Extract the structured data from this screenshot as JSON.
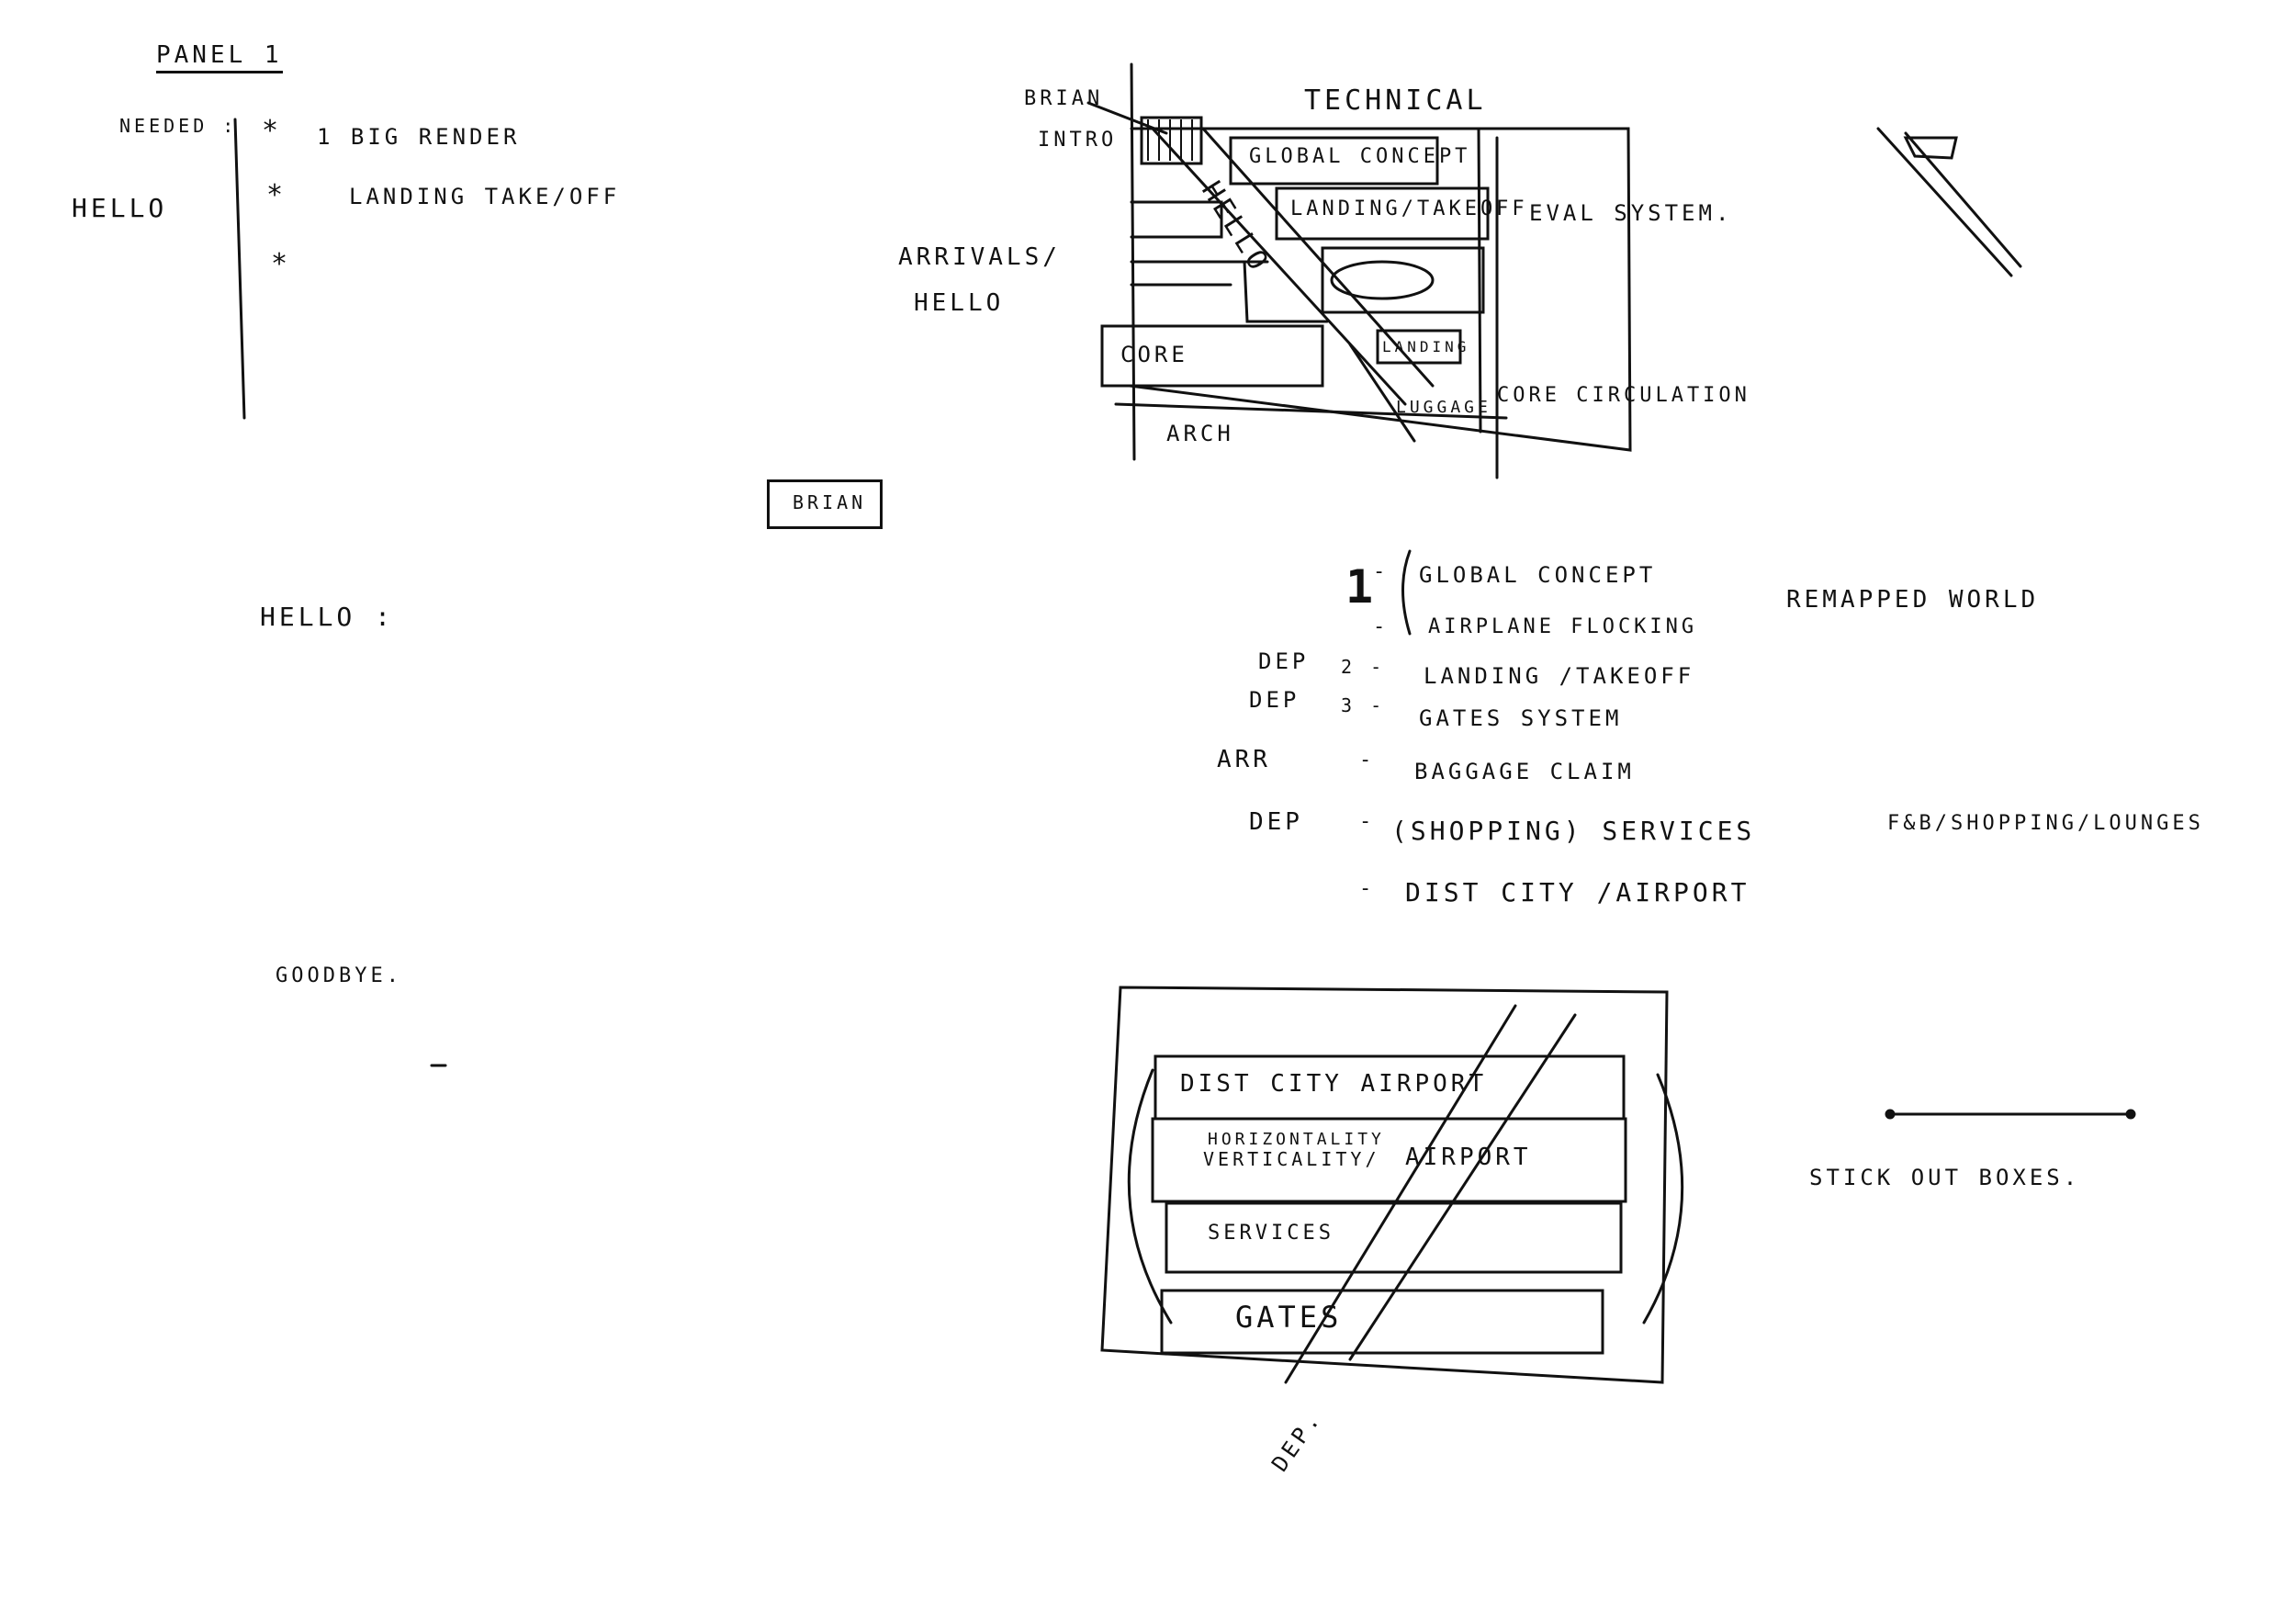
{
  "panel_title": "PANEL 1",
  "needed": {
    "label": "NEEDED :",
    "items": [
      "1 BIG RENDER",
      "LANDING TAKE/OFF",
      ""
    ],
    "bullet": "*"
  },
  "left": {
    "hello_side": "HELLO",
    "hello_colon": "HELLO :",
    "goodbye": "GOODBYE."
  },
  "brian_box": "BRIAN",
  "diagram_top": {
    "technical": "TECHNICAL",
    "brian_intro": [
      "BRIAN",
      "INTRO"
    ],
    "arrivals": [
      "ARRIVALS/",
      "HELLO"
    ],
    "global_concept": "GLOBAL CONCEPT",
    "landing": "LANDING/TAKEOFF",
    "eval_system": "EVAL SYSTEM.",
    "hello_diag": "HELLO",
    "core": "CORE",
    "landing_small": "LANDING",
    "luggage": "LUGGAGE",
    "core_circulation": "CORE CIRCULATION",
    "arch": "ARCH"
  },
  "list": {
    "big_number": "1",
    "items": [
      {
        "prefix": "",
        "num": "-",
        "text": "GLOBAL CONCEPT",
        "extra": "REMAPPED WORLD"
      },
      {
        "prefix": "",
        "num": "-",
        "text": "AIRPLANE FLOCKING",
        "extra": ""
      },
      {
        "prefix": "DEP",
        "num": "2 -",
        "text": "LANDING /TAKEOFF",
        "extra": ""
      },
      {
        "prefix": "DEP",
        "num": "3 -",
        "text": "GATES SYSTEM",
        "extra": ""
      },
      {
        "prefix": "ARR",
        "num": "-",
        "text": "BAGGAGE CLAIM",
        "extra": ""
      },
      {
        "prefix": "DEP",
        "num": "-",
        "text": "(SHOPPING) SERVICES",
        "extra": "F&B/SHOPPING/LOUNGES"
      },
      {
        "prefix": "",
        "num": "-",
        "text": "DIST CITY /AIRPORT",
        "extra": ""
      }
    ]
  },
  "diagram_bottom": {
    "rows": [
      "DIST CITY AIRPORT",
      "HORIZONTALITY / VERTICALITY AIRPORT",
      "SERVICES",
      "GATES"
    ],
    "row2_line1": "HORIZONTALITY",
    "row2_line2": "VERTICALITY/",
    "row2_right": "AIRPORT",
    "dep": "DEP."
  },
  "stick_out": "STICK OUT BOXES."
}
